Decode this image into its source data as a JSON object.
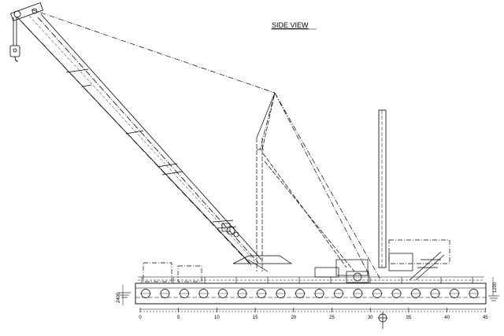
{
  "drawing": {
    "title": "SIDE VIEW",
    "scale_ticks": [
      "0",
      "5",
      "10",
      "15",
      "20",
      "25",
      "30",
      "35",
      "40",
      "45"
    ],
    "dimension_left": "2400",
    "dimension_right": "1200"
  }
}
